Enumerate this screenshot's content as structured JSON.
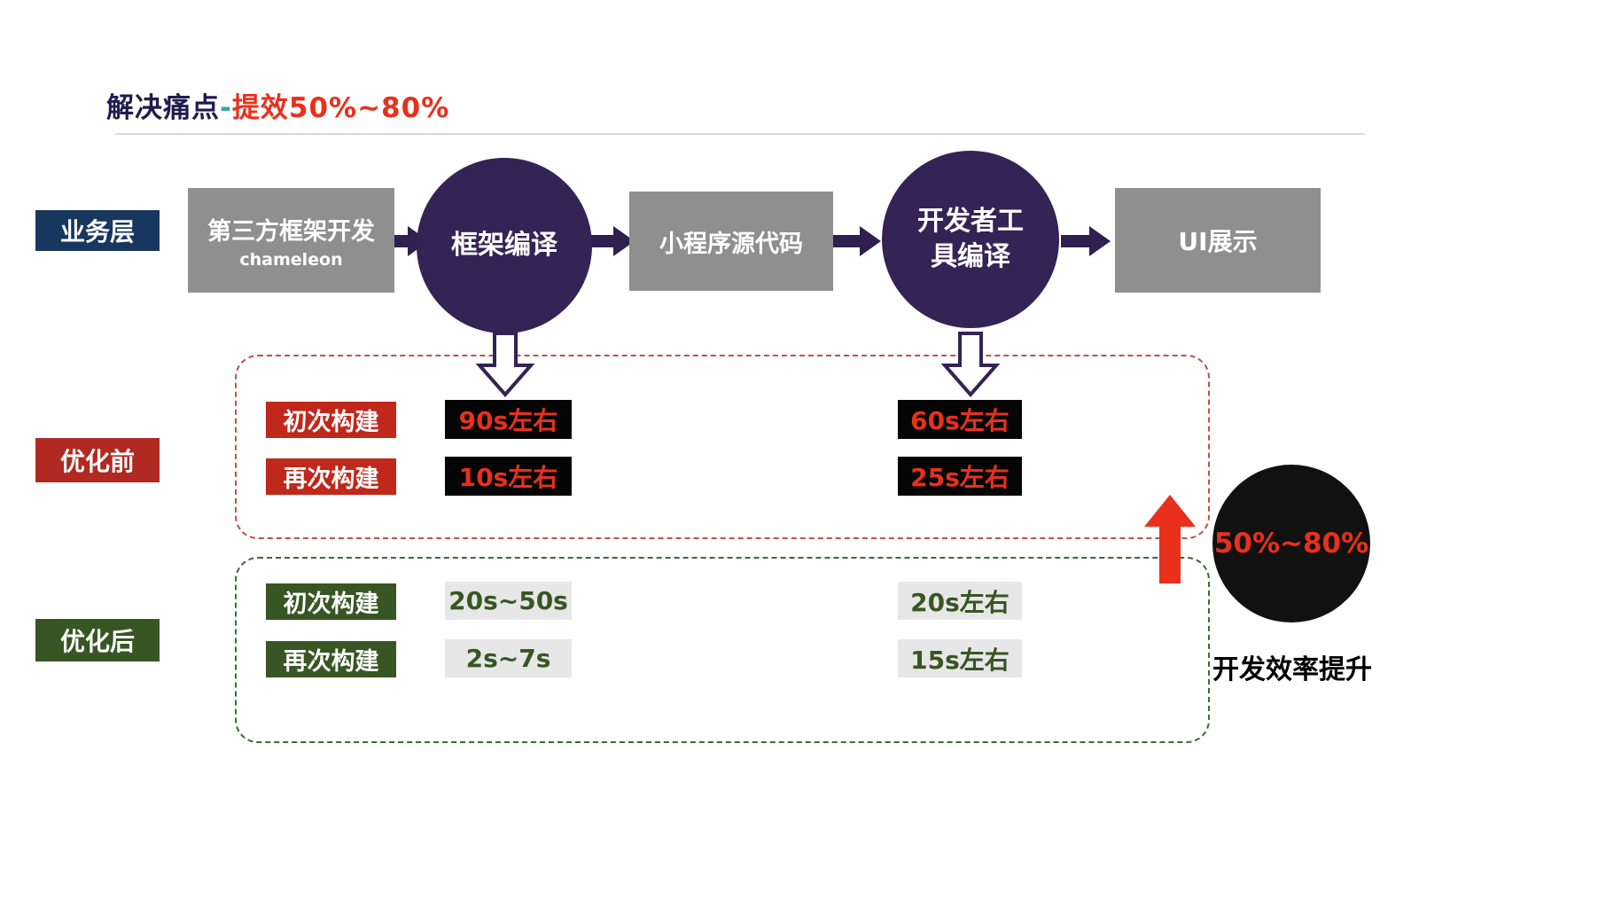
{
  "title": {
    "dark": "解决痛点",
    "dash": "-",
    "red": "提效50%~80%"
  },
  "flow": {
    "layer_label": "业务层",
    "framework_dev": {
      "title": "第三方框架开发",
      "subtitle": "chameleon"
    },
    "framework_compile": "框架编译",
    "source_code": "小程序源代码",
    "devtools_compile_line1": "开发者工",
    "devtools_compile_line2": "具编译",
    "ui_display": "UI展示"
  },
  "before": {
    "label": "优化前",
    "rows": [
      {
        "name": "初次构建",
        "framework_time": "90s左右",
        "devtools_time": "60s左右"
      },
      {
        "name": "再次构建",
        "framework_time": "10s左右",
        "devtools_time": "25s左右"
      }
    ]
  },
  "after": {
    "label": "优化后",
    "rows": [
      {
        "name": "初次构建",
        "framework_time": "20s~50s",
        "devtools_time": "20s左右"
      },
      {
        "name": "再次构建",
        "framework_time": "2s~7s",
        "devtools_time": "15s左右"
      }
    ]
  },
  "result": {
    "improvement": "50%~80%",
    "caption": "开发效率提升"
  },
  "colors": {
    "title_dark": "#221b4e",
    "accent_red": "#e8301c",
    "navy_label": "#17375e",
    "gray_box": "#8f8f8f",
    "purple_circle": "#342355",
    "red_chip": "#c0281c",
    "before_label_bg": "#b02a21",
    "black_box": "#050505",
    "green_box": "#375623",
    "light_box": "#e7e7e7",
    "dashed_red_border": "#c0504d",
    "dashed_green_border": "#3a6b35"
  }
}
